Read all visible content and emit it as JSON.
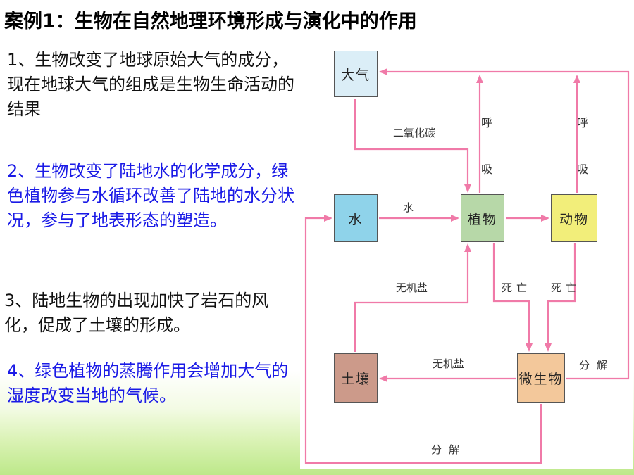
{
  "title": "案例1：生物在自然地理环境形成与演化中的作用",
  "points": [
    "1、生物改变了地球原始大气的成分，现在地球大气的组成是生物生命活动的结果",
    "2、生物改变了陆地水的化学成分，绿色植物参与水循环改善了陆地的水分状况，参与了地表形态的塑造。",
    "3、陆地生物的出现加快了岩石的风化，促成了土壤的形成。",
    "4、绿色植物的蒸腾作用会增加大气的湿度改变当地的气候。"
  ],
  "diagram": {
    "nodes": {
      "air": "大气",
      "water": "水",
      "plant": "植物",
      "animal": "动物",
      "soil": "土壤",
      "micro": "微生物"
    },
    "labels": {
      "co2": "二氧化碳",
      "respiration_plant": "呼吸",
      "respiration_animal": "呼吸",
      "water_flow": "水",
      "minerals_plant": "无机盐",
      "death_plant": "死亡",
      "death_animal": "死亡",
      "minerals_soil": "无机盐",
      "decompose_air": "分解",
      "decompose_bottom": "分解"
    },
    "colors": {
      "arrow": "#f07aa8"
    }
  }
}
